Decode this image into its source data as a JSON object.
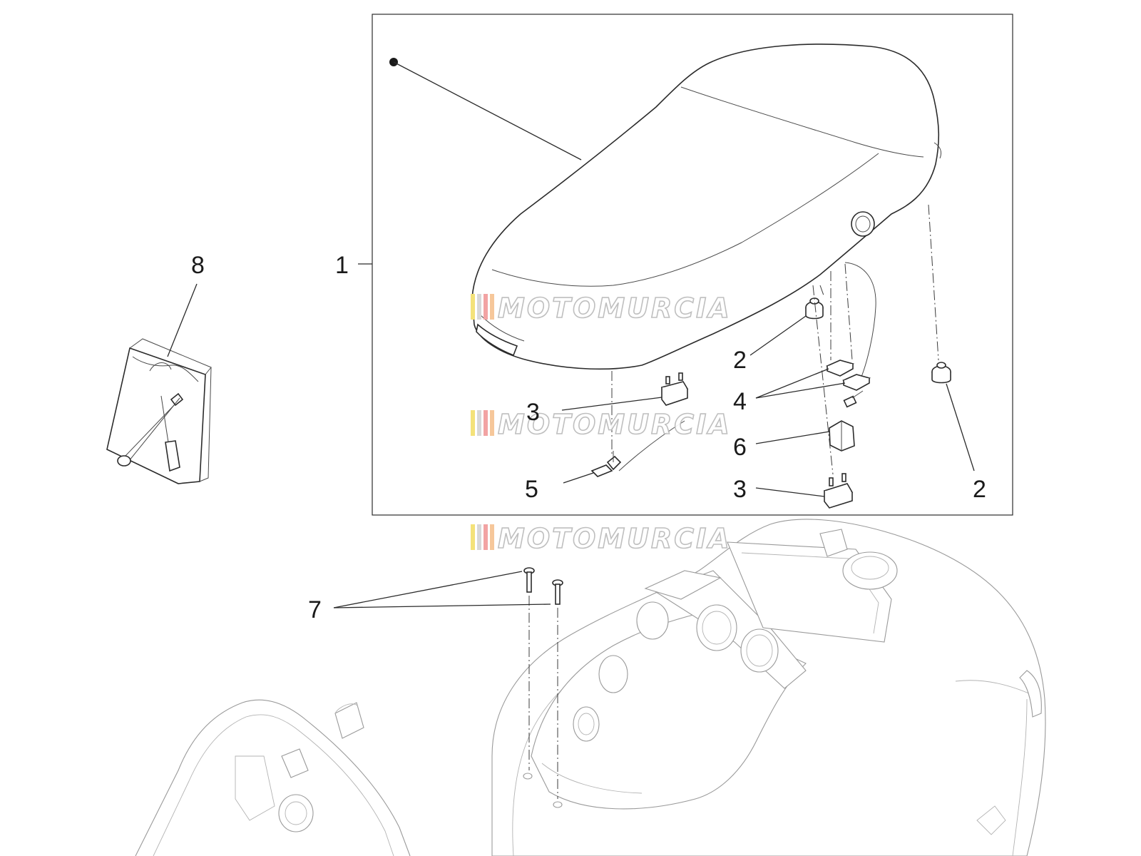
{
  "callouts": [
    {
      "id": "c1",
      "label": "1"
    },
    {
      "id": "c2a",
      "label": "2"
    },
    {
      "id": "c2b",
      "label": "2"
    },
    {
      "id": "c3a",
      "label": "3"
    },
    {
      "id": "c3b",
      "label": "3"
    },
    {
      "id": "c4",
      "label": "4"
    },
    {
      "id": "c5",
      "label": "5"
    },
    {
      "id": "c6",
      "label": "6"
    },
    {
      "id": "c7",
      "label": "7"
    },
    {
      "id": "c8",
      "label": "8"
    }
  ],
  "watermark": {
    "text": "MOTOMURCIA",
    "stripe_colors": [
      "#f4e27a",
      "#d8d8d8",
      "#f2a3a3",
      "#f6c79a"
    ]
  },
  "colors": {
    "line": "#2b2b2b",
    "ghost": "#9a9a9a",
    "background": "#ffffff"
  }
}
